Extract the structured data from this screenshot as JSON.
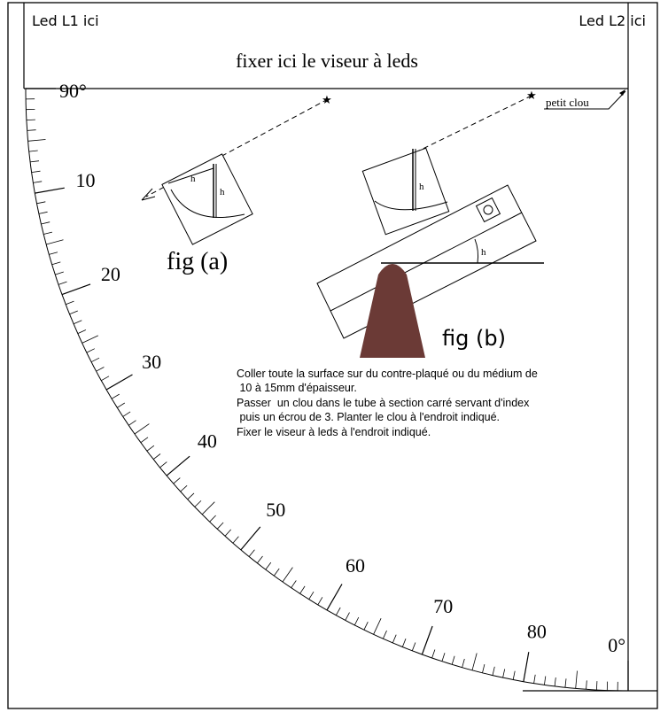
{
  "header": {
    "led_left": "Led L1 ici",
    "led_right": "Led L2 ici",
    "visor_title": "fixer ici le viseur à leds"
  },
  "protractor": {
    "label_90": "90°",
    "label_0": "0°",
    "labels": [
      {
        "angle": 80,
        "text": "80"
      },
      {
        "angle": 70,
        "text": "70"
      },
      {
        "angle": 60,
        "text": "60"
      },
      {
        "angle": 50,
        "text": "50"
      },
      {
        "angle": 40,
        "text": "40"
      },
      {
        "angle": 30,
        "text": "30"
      },
      {
        "angle": 20,
        "text": "20"
      },
      {
        "angle": 10,
        "text": "10"
      }
    ]
  },
  "annotations": {
    "nail": "petit clou",
    "fig_a": "fig (a)",
    "fig_b": "fig (b)",
    "h": "h"
  },
  "instructions": [
    "Coller toute la surface sur du contre-plaqué ou du médium de",
    " 10 à 15mm d'épaisseur.",
    "Passer  un clou dans le tube à section carré servant d'index",
    " puis un écrou de 3. Planter le clou à l'endroit indiqué.",
    "Fixer le viseur à leds à l'endroit indiqué."
  ],
  "colors": {
    "line": "#000000",
    "support": "#6b3a36"
  }
}
